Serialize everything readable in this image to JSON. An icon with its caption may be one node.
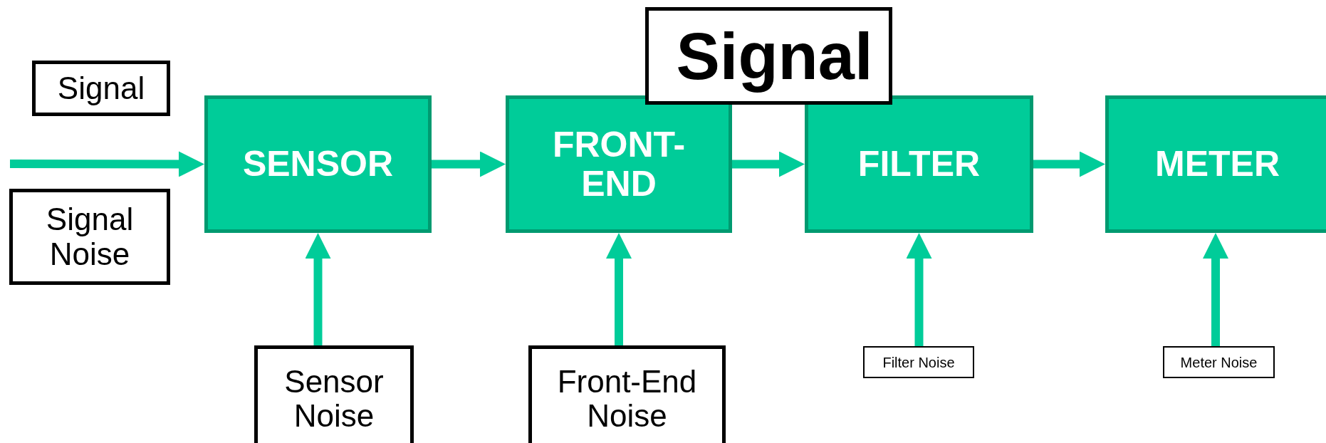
{
  "diagram": {
    "nodes": [
      {
        "text": [
          "Signal"
        ]
      },
      {
        "text": [
          "Signal Noise"
        ]
      },
      {
        "text": [
          "Signal"
        ]
      },
      {
        "text": [
          "SENSOR"
        ]
      },
      {
        "text": [
          "FRONT- END"
        ]
      },
      {
        "text": [
          "FILTER"
        ]
      },
      {
        "text": [
          "METER"
        ]
      },
      {
        "text": [
          "Sensor Noise"
        ]
      },
      {
        "text": [
          "Front-End Noise"
        ]
      },
      {
        "text": [
          "Filter Noise"
        ]
      },
      {
        "text": [
          "Meter Noise"
        ]
      }
    ],
    "edges": [
      {
        "from": null,
        "to": 3,
        "arrow": "to"
      },
      {
        "from": 3,
        "to": 4,
        "arrow": "to"
      },
      {
        "from": 4,
        "to": 5,
        "arrow": "to"
      },
      {
        "from": 5,
        "to": 6,
        "arrow": "to"
      },
      {
        "from": 7,
        "to": 3,
        "arrow": "to"
      },
      {
        "from": 8,
        "to": 4,
        "arrow": "to"
      },
      {
        "from": 9,
        "to": 5,
        "arrow": "to"
      },
      {
        "from": 10,
        "to": 6,
        "arrow": "to"
      }
    ]
  }
}
